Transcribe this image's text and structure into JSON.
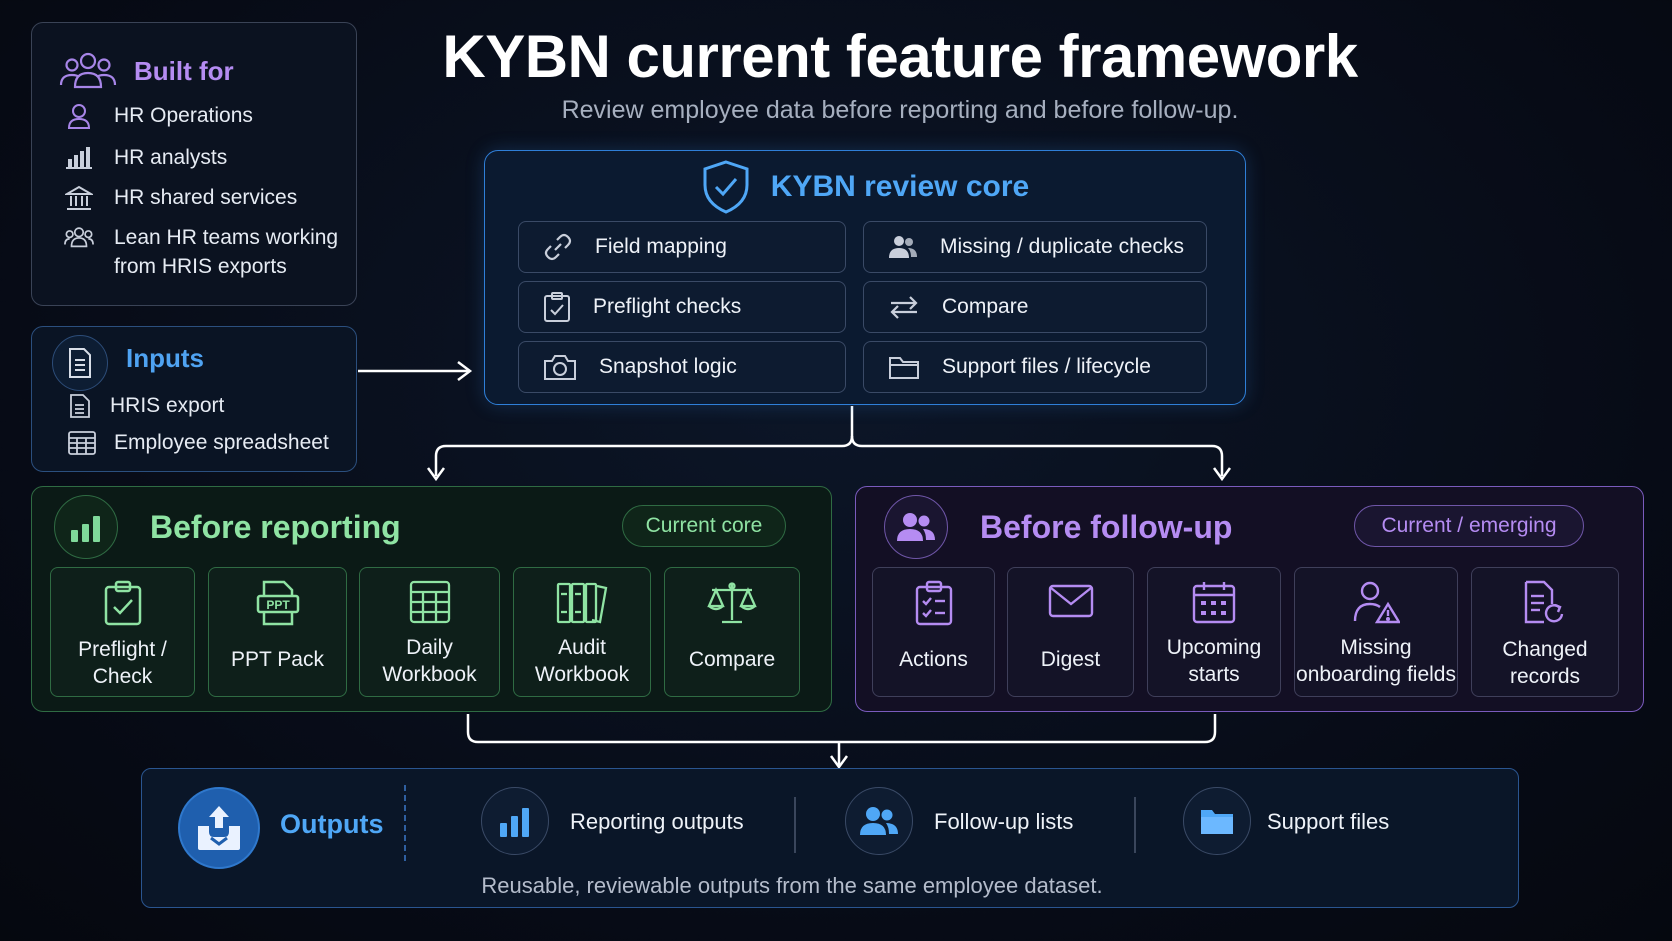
{
  "title": "KYBN current feature framework",
  "subtitle": "Review employee data before reporting and before follow-up.",
  "built_for": {
    "heading": "Built for",
    "items": [
      {
        "label": "HR Operations",
        "icon": "person-icon"
      },
      {
        "label": "HR analysts",
        "icon": "bar-chart-icon"
      },
      {
        "label": "HR shared services",
        "icon": "bank-icon"
      },
      {
        "label_line1": "Lean HR teams working",
        "label_line2": "from HRIS exports",
        "icon": "people-icon"
      }
    ]
  },
  "inputs": {
    "heading": "Inputs",
    "items": [
      {
        "label": "HRIS export",
        "icon": "document-icon"
      },
      {
        "label": "Employee spreadsheet",
        "icon": "spreadsheet-icon"
      }
    ]
  },
  "core": {
    "heading": "KYBN review core",
    "items": [
      {
        "label": "Field mapping",
        "icon": "link-icon"
      },
      {
        "label": "Missing / duplicate checks",
        "icon": "users-icon"
      },
      {
        "label": "Preflight checks",
        "icon": "clipboard-check-icon"
      },
      {
        "label": "Compare",
        "icon": "compare-arrows-icon"
      },
      {
        "label": "Snapshot logic",
        "icon": "camera-icon"
      },
      {
        "label": "Support files / lifecycle",
        "icon": "folder-icon"
      }
    ]
  },
  "before_reporting": {
    "heading": "Before reporting",
    "badge": "Current core",
    "cards": [
      {
        "line1": "Preflight /",
        "line2": "Check",
        "icon": "clipboard-check-icon"
      },
      {
        "line1": "PPT Pack",
        "line2": "",
        "icon": "ppt-file-icon",
        "icon_text": "PPT"
      },
      {
        "line1": "Daily",
        "line2": "Workbook",
        "icon": "spreadsheet-icon"
      },
      {
        "line1": "Audit",
        "line2": "Workbook",
        "icon": "binders-icon"
      },
      {
        "line1": "Compare",
        "line2": "",
        "icon": "scales-icon"
      }
    ]
  },
  "before_followup": {
    "heading": "Before follow-up",
    "badge": "Current / emerging",
    "cards": [
      {
        "line1": "Actions",
        "line2": "",
        "icon": "checklist-icon"
      },
      {
        "line1": "Digest",
        "line2": "",
        "icon": "mail-icon"
      },
      {
        "line1": "Upcoming",
        "line2": "starts",
        "icon": "calendar-icon"
      },
      {
        "line1": "Missing",
        "line2": "onboarding fields",
        "icon": "user-warning-icon"
      },
      {
        "line1": "Changed",
        "line2": "records",
        "icon": "document-refresh-icon"
      }
    ]
  },
  "outputs": {
    "heading": "Outputs",
    "items": [
      {
        "label": "Reporting outputs",
        "icon": "bar-chart-icon"
      },
      {
        "label": "Follow-up lists",
        "icon": "users-icon"
      },
      {
        "label": "Support files",
        "icon": "folder-icon"
      }
    ],
    "caption": "Reusable, reviewable outputs from the same employee dataset."
  },
  "colors": {
    "core_accent": "#4fa7f6",
    "reporting_accent": "#8fe3a3",
    "followup_accent": "#b58cf2",
    "inputs_accent": "#4fa3f2"
  }
}
